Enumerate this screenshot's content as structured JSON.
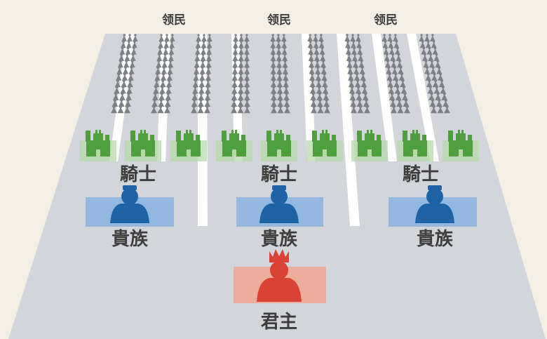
{
  "labels": {
    "serfs": [
      "领民",
      "领民",
      "领民"
    ],
    "knights": [
      "騎士",
      "騎士",
      "騎士"
    ],
    "nobles": [
      "貴族",
      "貴族",
      "貴族"
    ],
    "monarch": "君主"
  },
  "counts": {
    "serf_columns": 9,
    "knight_icons": 9,
    "noble_icons": 3,
    "monarch_icons": 1
  },
  "colors": {
    "background": "#f3efe6",
    "floor": "#d2d5da",
    "divider": "#ffffff",
    "serf": "#7d8084",
    "knight": "#4f9e3f",
    "knight_block": "#b7d9a8",
    "noble": "#1e63a6",
    "noble_block": "#8db4e0",
    "monarch": "#d94336",
    "monarch_block": "#f0a896",
    "label": "#3d3d3d"
  },
  "icons": {
    "serf": "person-triangle-icon",
    "knight": "castle-icon",
    "noble": "noble-bust-icon",
    "monarch": "crowned-king-icon"
  }
}
